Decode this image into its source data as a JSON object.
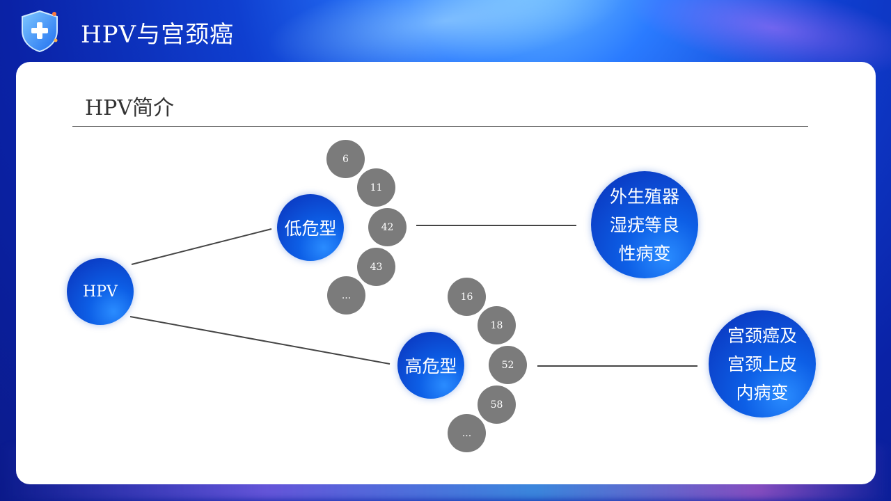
{
  "header": {
    "title": "HPV与宫颈癌",
    "icon": "shield-plus-icon"
  },
  "section": {
    "title": "HPV简介"
  },
  "diagram": {
    "root": "HPV",
    "low_risk": {
      "label": "低危型",
      "types": [
        "6",
        "11",
        "42",
        "43",
        "..."
      ],
      "outcome_lines": [
        "外生殖器",
        "湿疣等良",
        "性病变"
      ]
    },
    "high_risk": {
      "label": "高危型",
      "types": [
        "16",
        "18",
        "52",
        "58",
        "..."
      ],
      "outcome_lines": [
        "宫颈癌及",
        "宫颈上皮",
        "内病变"
      ]
    }
  },
  "colors": {
    "accent_blue": "#0d5fe6",
    "type_gray": "#7b7b7b",
    "panel": "#ffffff"
  }
}
